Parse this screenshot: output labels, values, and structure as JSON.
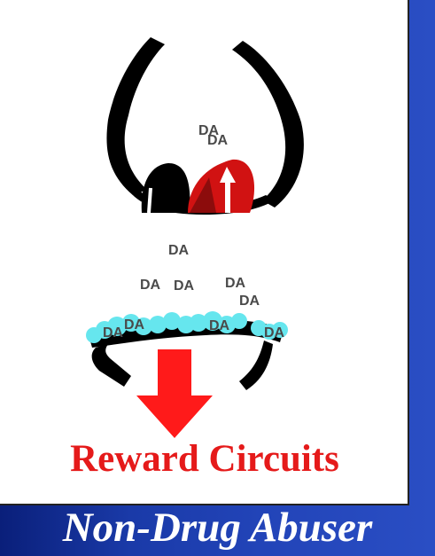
{
  "diagram": {
    "molecule_label": "DA",
    "bottom_label": "Reward Circuits",
    "caption": "Non-Drug Abuser",
    "colors": {
      "background": "#1a3aa8",
      "panel": "#ffffff",
      "neuron": "#000000",
      "vesicle_red": "#d11212",
      "receptor": "#66e6ee",
      "arrow": "#ff1a1a",
      "label_red": "#e51a1a",
      "molecule_text": "#4a4a4a"
    }
  }
}
